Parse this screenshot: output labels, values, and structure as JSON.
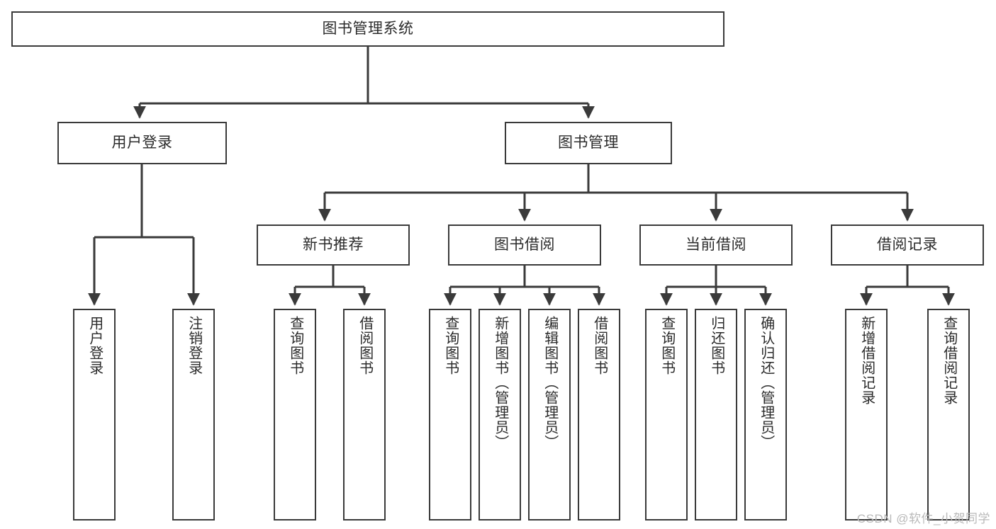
{
  "diagram": {
    "type": "tree-hierarchy",
    "root": {
      "label": "图书管理系统"
    },
    "level2": [
      {
        "label": "用户登录"
      },
      {
        "label": "图书管理"
      }
    ],
    "level3": [
      {
        "label": "新书推荐"
      },
      {
        "label": "图书借阅"
      },
      {
        "label": "当前借阅"
      },
      {
        "label": "借阅记录"
      }
    ],
    "leaves": {
      "user_login": [
        {
          "label": "用户登录"
        },
        {
          "label": "注销登录"
        }
      ],
      "new_book_recommend": [
        {
          "label": "查询图书"
        },
        {
          "label": "借阅图书"
        }
      ],
      "book_borrow": [
        {
          "label": "查询图书"
        },
        {
          "label": "新增图书（管理员）"
        },
        {
          "label": "编辑图书（管理员）"
        },
        {
          "label": "借阅图书"
        }
      ],
      "current_borrow": [
        {
          "label": "查询图书"
        },
        {
          "label": "归还图书"
        },
        {
          "label": "确认归还（管理员）"
        }
      ],
      "borrow_records": [
        {
          "label": "新增借阅记录"
        },
        {
          "label": "查询借阅记录"
        }
      ]
    }
  },
  "watermark": {
    "text": "CSDN @软件_小贺同学"
  },
  "colors": {
    "stroke": "#3a3a3a",
    "background": "#ffffff",
    "text": "#2b2b2b",
    "watermark": "#b9b9b9"
  }
}
